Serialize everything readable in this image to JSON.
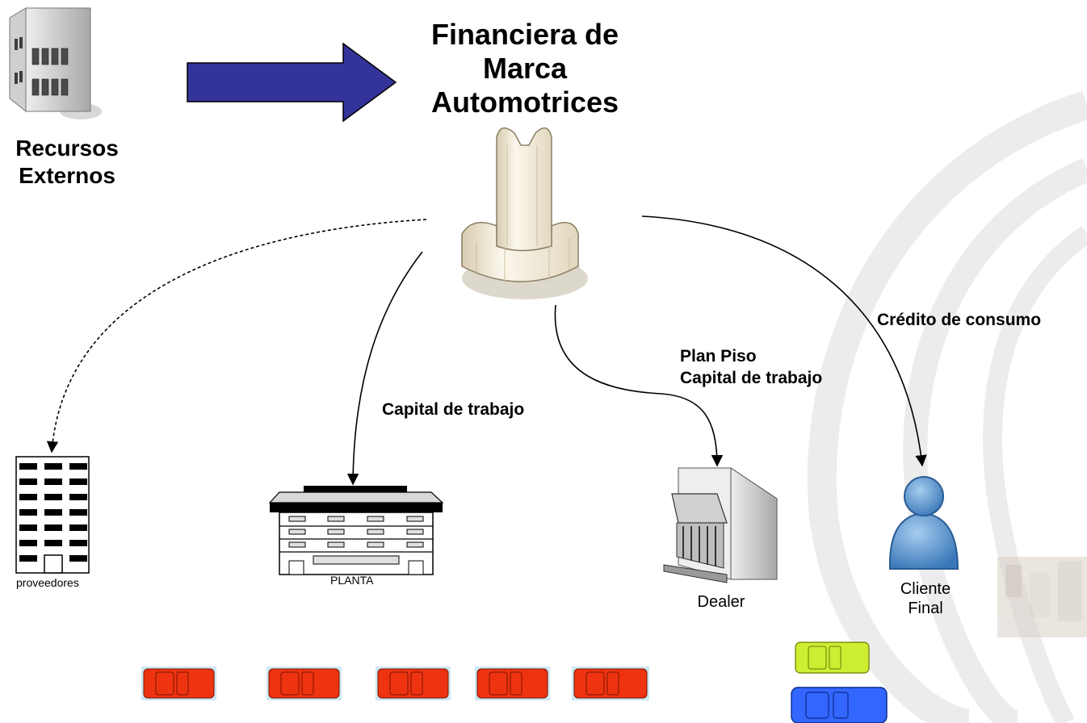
{
  "title": [
    "Financiera de",
    "Marca",
    "Automotrices"
  ],
  "external_resources": [
    "Recursos",
    "Externos"
  ],
  "flows": {
    "consumer_credit": "Crédito de consumo",
    "floor_plan": [
      "Plan Piso",
      "Capital de trabajo"
    ],
    "working_capital": "Capital de trabajo"
  },
  "nodes": {
    "suppliers": "proveedores",
    "plant": "PLANTA",
    "dealer": "Dealer",
    "end_client": [
      "Cliente",
      "Final"
    ]
  },
  "colors": {
    "arrow_fill": "#33339a",
    "red_car": "#ee3311",
    "lime_car": "#ccee33",
    "blue_car": "#3366ff",
    "person": "#5b9bd5",
    "watermark": "#e9e9e9"
  },
  "icons": [
    "building-icon",
    "column-pillar-icon",
    "office-tower-icon",
    "factory-icon",
    "bank-dealer-icon",
    "person-icon",
    "car-icon"
  ]
}
